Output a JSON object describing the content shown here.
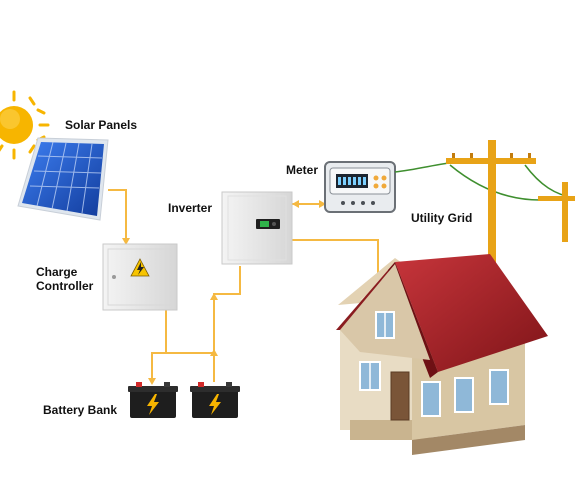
{
  "labels": {
    "solar_panels": "Solar Panels",
    "meter": "Meter",
    "inverter": "Inverter",
    "utility_grid": "Utility Grid",
    "charge_controller": "Charge Controller",
    "battery_bank": "Battery Bank"
  },
  "colors": {
    "wire": "#f5b942",
    "sun": "#f7b500",
    "roof": "#b0242b",
    "grid_pole": "#e8a317",
    "grid_wire": "#3f8f2f",
    "panel": "#1f57c9"
  },
  "icons": [
    "sun-icon",
    "solar-panel-icon",
    "lightning-icon",
    "battery-icon",
    "utility-pole-icon",
    "house-icon",
    "meter-icon",
    "inverter-icon"
  ]
}
